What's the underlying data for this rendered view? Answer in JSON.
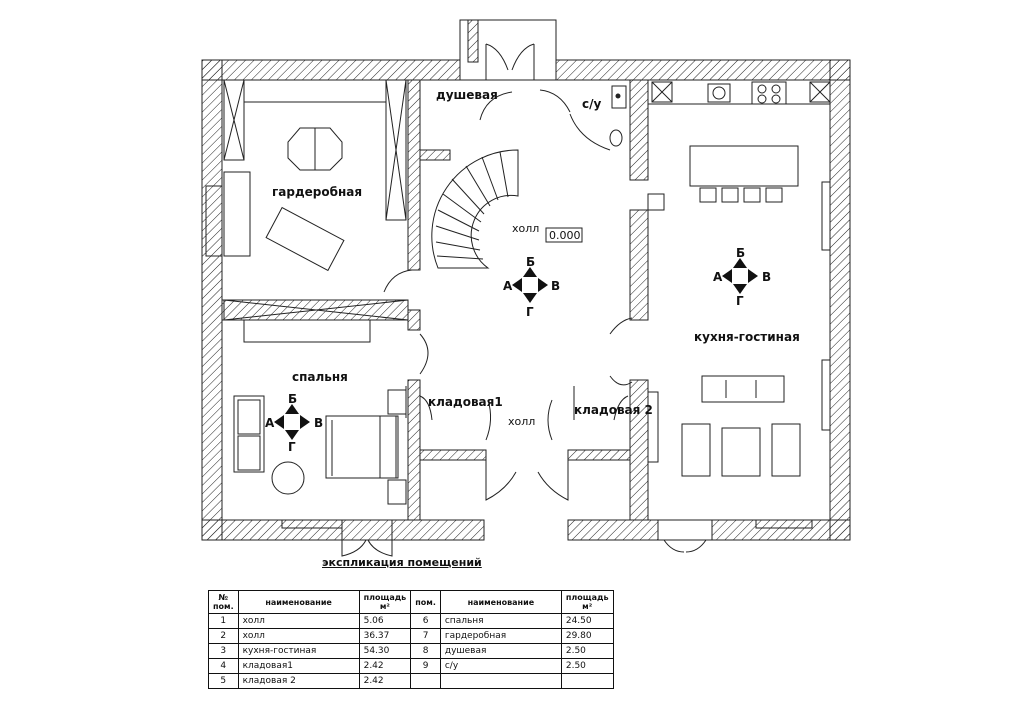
{
  "rooms": {
    "dressing": "гардеробная",
    "shower": "душевая",
    "wc": "с/у",
    "hall_top": "холл",
    "level_mark": "0.000",
    "kitchen_living": "кухня-гостиная",
    "bedroom": "спальня",
    "storage1": "кладовая1",
    "storage2": "кладовая 2",
    "hall_bottom": "холл"
  },
  "compass": {
    "a": "А",
    "b": "Б",
    "v": "В",
    "g": "Г"
  },
  "explication": {
    "title": "экспликация помещений",
    "headers": {
      "num": "№ пом.",
      "name": "наименование",
      "area": "площадь м²",
      "num2": "пом.",
      "name2": "наименование",
      "area2": "площадь м²"
    },
    "rows": [
      {
        "n": "1",
        "name": "холл",
        "area": "5.06",
        "n2": "6",
        "name2": "спальня",
        "area2": "24.50"
      },
      {
        "n": "2",
        "name": "холл",
        "area": "36.37",
        "n2": "7",
        "name2": "гардеробная",
        "area2": "29.80"
      },
      {
        "n": "3",
        "name": "кухня-гостиная",
        "area": "54.30",
        "n2": "8",
        "name2": "душевая",
        "area2": "2.50"
      },
      {
        "n": "4",
        "name": "кладовая1",
        "area": "2.42",
        "n2": "9",
        "name2": "с/у",
        "area2": "2.50"
      },
      {
        "n": "5",
        "name": "кладовая 2",
        "area": "2.42",
        "n2": "",
        "name2": "",
        "area2": ""
      }
    ]
  }
}
